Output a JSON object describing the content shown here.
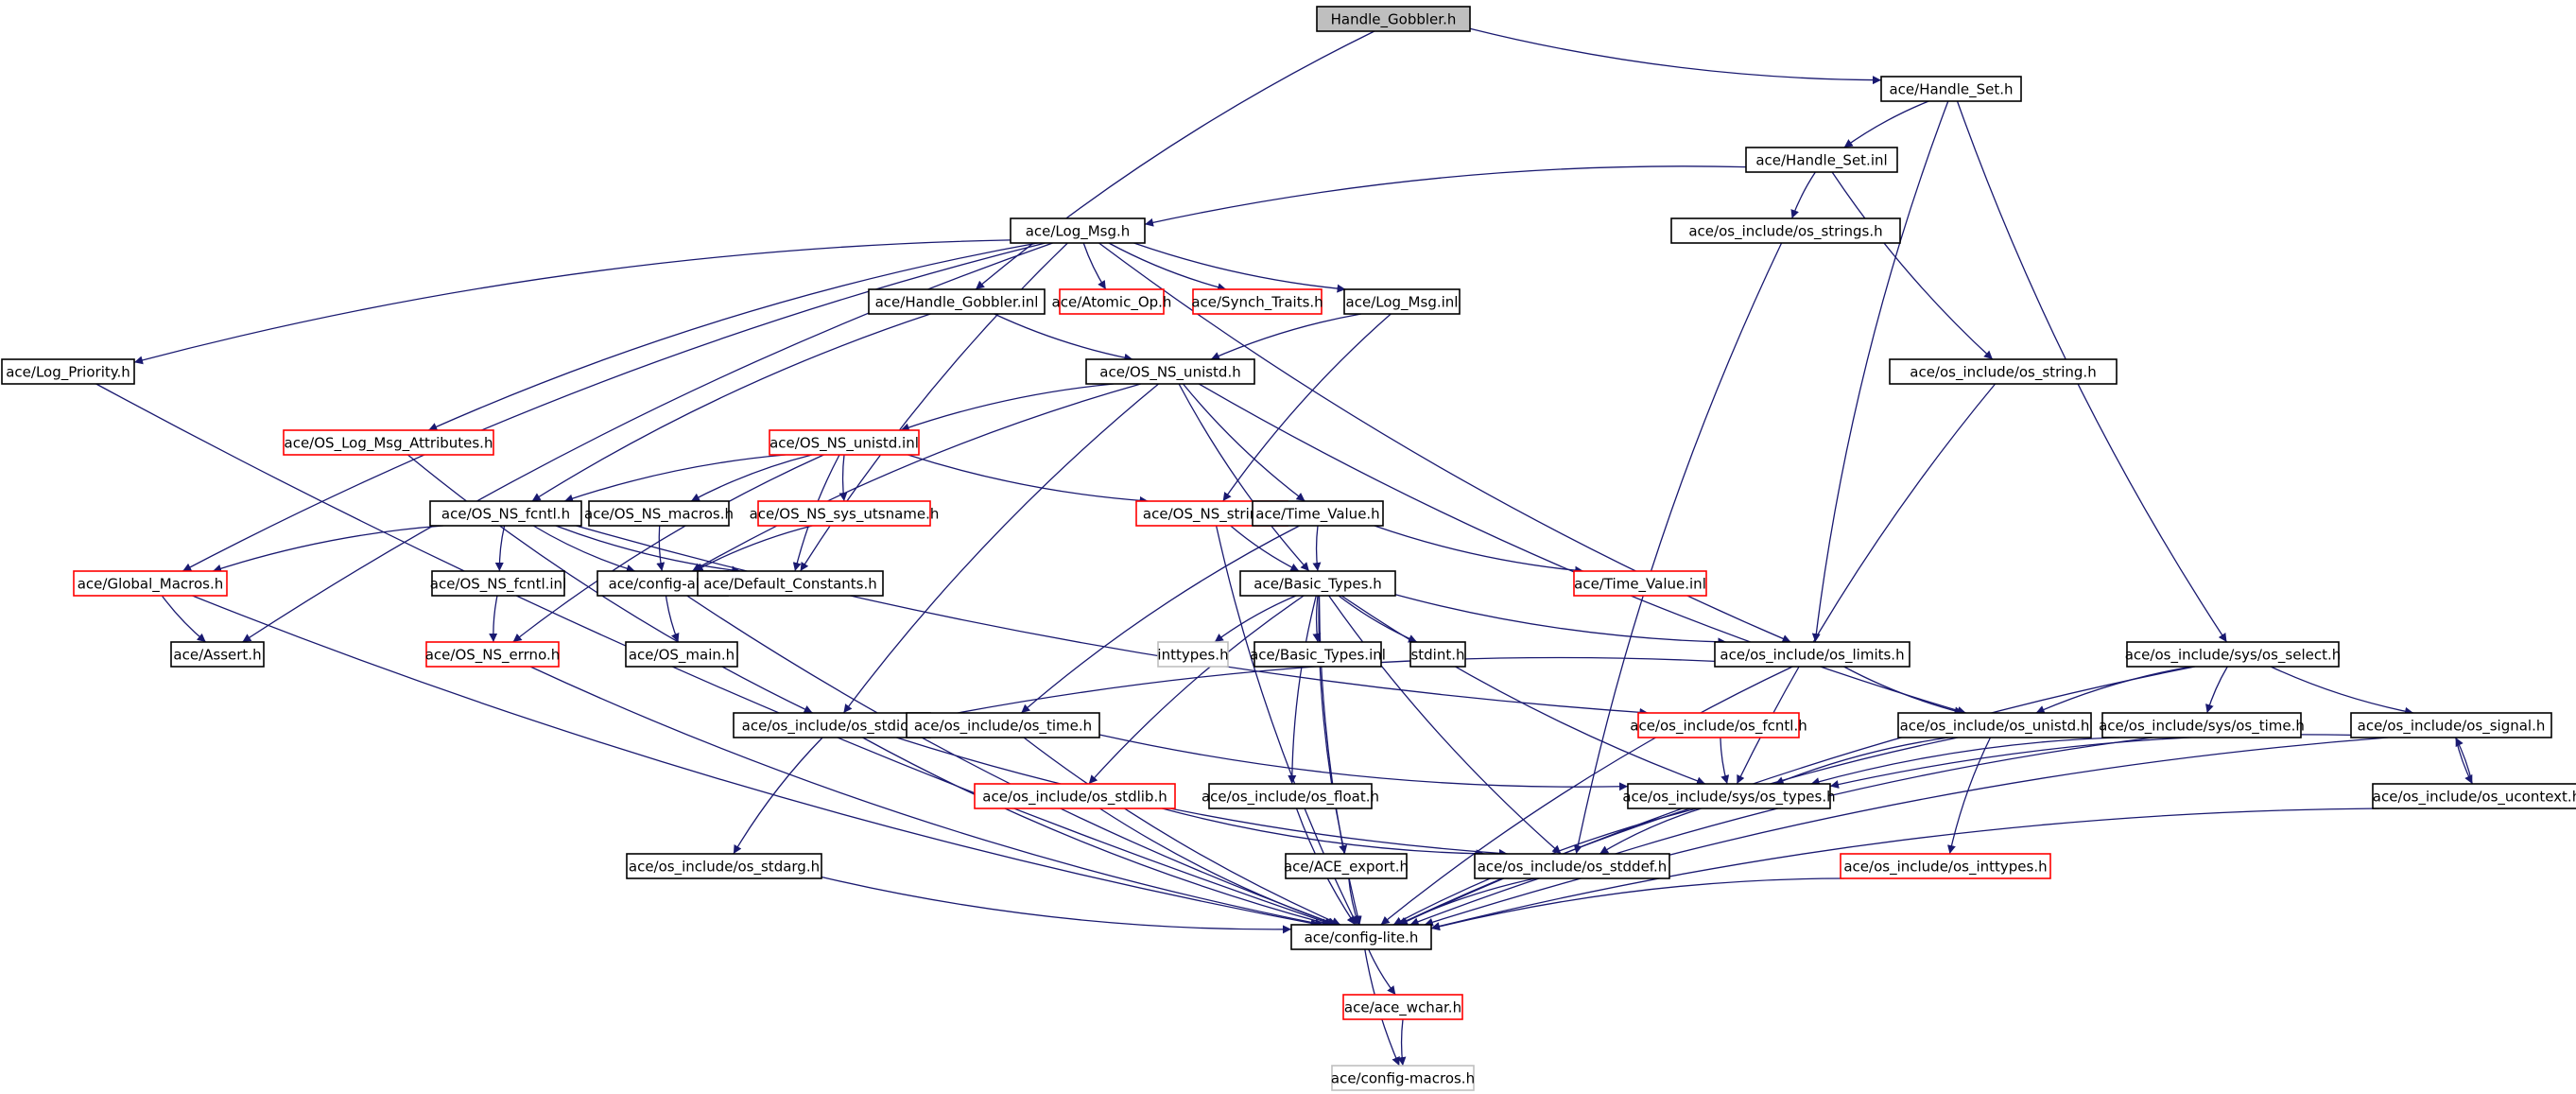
{
  "colors": {
    "edge": "#191970",
    "border_normal": "#000000",
    "border_truncated": "#ff0000",
    "border_external": "#bfbfbf",
    "fill_root": "#bfbfbf",
    "fill_normal": "#ffffff"
  },
  "nodes": [
    {
      "id": "n0",
      "label": "Handle_Gobbler.h",
      "kind": "root"
    },
    {
      "id": "n1",
      "label": "ace/Handle_Set.h",
      "kind": "normal"
    },
    {
      "id": "n2",
      "label": "ace/Handle_Set.inl",
      "kind": "normal"
    },
    {
      "id": "n3",
      "label": "ace/Log_Msg.h",
      "kind": "normal"
    },
    {
      "id": "n4",
      "label": "ace/os_include/os_strings.h",
      "kind": "normal"
    },
    {
      "id": "n5",
      "label": "ace/Handle_Gobbler.inl",
      "kind": "normal"
    },
    {
      "id": "n6",
      "label": "ace/Atomic_Op.h",
      "kind": "truncated"
    },
    {
      "id": "n7",
      "label": "ace/Synch_Traits.h",
      "kind": "truncated"
    },
    {
      "id": "n8",
      "label": "ace/Log_Msg.inl",
      "kind": "normal"
    },
    {
      "id": "n9",
      "label": "ace/Log_Priority.h",
      "kind": "normal"
    },
    {
      "id": "n10",
      "label": "ace/OS_NS_unistd.h",
      "kind": "normal"
    },
    {
      "id": "n11",
      "label": "ace/os_include/os_string.h",
      "kind": "normal"
    },
    {
      "id": "n12",
      "label": "ace/OS_Log_Msg_Attributes.h",
      "kind": "truncated"
    },
    {
      "id": "n13",
      "label": "ace/OS_NS_unistd.inl",
      "kind": "truncated"
    },
    {
      "id": "n14",
      "label": "ace/OS_NS_fcntl.h",
      "kind": "normal"
    },
    {
      "id": "n15",
      "label": "ace/OS_NS_macros.h",
      "kind": "normal"
    },
    {
      "id": "n16",
      "label": "ace/OS_NS_sys_utsname.h",
      "kind": "truncated"
    },
    {
      "id": "n17",
      "label": "ace/OS_NS_string.h",
      "kind": "truncated"
    },
    {
      "id": "n18",
      "label": "ace/Time_Value.h",
      "kind": "normal"
    },
    {
      "id": "n19",
      "label": "ace/Global_Macros.h",
      "kind": "truncated"
    },
    {
      "id": "n20",
      "label": "ace/OS_NS_fcntl.inl",
      "kind": "normal"
    },
    {
      "id": "n21",
      "label": "ace/config-all.h",
      "kind": "normal"
    },
    {
      "id": "n22",
      "label": "ace/Default_Constants.h",
      "kind": "normal"
    },
    {
      "id": "n23",
      "label": "ace/Basic_Types.h",
      "kind": "normal"
    },
    {
      "id": "n24",
      "label": "ace/Time_Value.inl",
      "kind": "truncated"
    },
    {
      "id": "n25",
      "label": "ace/Assert.h",
      "kind": "normal"
    },
    {
      "id": "n26",
      "label": "ace/OS_NS_errno.h",
      "kind": "truncated"
    },
    {
      "id": "n27",
      "label": "ace/OS_main.h",
      "kind": "normal"
    },
    {
      "id": "n28",
      "label": "inttypes.h",
      "kind": "external"
    },
    {
      "id": "n29",
      "label": "ace/Basic_Types.inl",
      "kind": "normal"
    },
    {
      "id": "n30",
      "label": "stdint.h",
      "kind": "normal"
    },
    {
      "id": "n31",
      "label": "ace/os_include/os_limits.h",
      "kind": "normal"
    },
    {
      "id": "n32",
      "label": "ace/os_include/sys/os_select.h",
      "kind": "normal"
    },
    {
      "id": "n33",
      "label": "ace/os_include/os_stdio.h",
      "kind": "normal"
    },
    {
      "id": "n34",
      "label": "ace/os_include/os_time.h",
      "kind": "normal"
    },
    {
      "id": "n35",
      "label": "ace/os_include/os_fcntl.h",
      "kind": "truncated"
    },
    {
      "id": "n36",
      "label": "ace/os_include/os_unistd.h",
      "kind": "normal"
    },
    {
      "id": "n37",
      "label": "ace/os_include/sys/os_time.h",
      "kind": "normal"
    },
    {
      "id": "n38",
      "label": "ace/os_include/os_signal.h",
      "kind": "normal"
    },
    {
      "id": "n39",
      "label": "ace/os_include/os_stdlib.h",
      "kind": "truncated"
    },
    {
      "id": "n40",
      "label": "ace/os_include/os_float.h",
      "kind": "normal"
    },
    {
      "id": "n41",
      "label": "ace/os_include/sys/os_types.h",
      "kind": "normal"
    },
    {
      "id": "n42",
      "label": "ace/os_include/os_ucontext.h",
      "kind": "normal"
    },
    {
      "id": "n43",
      "label": "ace/os_include/os_stdarg.h",
      "kind": "normal"
    },
    {
      "id": "n44",
      "label": "ace/ACE_export.h",
      "kind": "normal"
    },
    {
      "id": "n45",
      "label": "ace/os_include/os_stddef.h",
      "kind": "normal"
    },
    {
      "id": "n46",
      "label": "ace/os_include/os_inttypes.h",
      "kind": "truncated"
    },
    {
      "id": "n47",
      "label": "ace/config-lite.h",
      "kind": "normal"
    },
    {
      "id": "n48",
      "label": "ace/ace_wchar.h",
      "kind": "truncated"
    },
    {
      "id": "n49",
      "label": "ace/config-macros.h",
      "kind": "external"
    }
  ],
  "edges": [
    [
      "n0",
      "n1"
    ],
    [
      "n0",
      "n5"
    ],
    [
      "n1",
      "n2"
    ],
    [
      "n1",
      "n31"
    ],
    [
      "n1",
      "n32"
    ],
    [
      "n2",
      "n3"
    ],
    [
      "n2",
      "n4"
    ],
    [
      "n2",
      "n11"
    ],
    [
      "n3",
      "n9"
    ],
    [
      "n3",
      "n19"
    ],
    [
      "n3",
      "n25"
    ],
    [
      "n3",
      "n12"
    ],
    [
      "n3",
      "n22"
    ],
    [
      "n3",
      "n6"
    ],
    [
      "n3",
      "n7"
    ],
    [
      "n3",
      "n8"
    ],
    [
      "n3",
      "n31"
    ],
    [
      "n4",
      "n45"
    ],
    [
      "n5",
      "n14"
    ],
    [
      "n5",
      "n10"
    ],
    [
      "n8",
      "n10"
    ],
    [
      "n8",
      "n17"
    ],
    [
      "n9",
      "n47"
    ],
    [
      "n10",
      "n13"
    ],
    [
      "n10",
      "n21"
    ],
    [
      "n10",
      "n18"
    ],
    [
      "n10",
      "n23"
    ],
    [
      "n10",
      "n33"
    ],
    [
      "n10",
      "n36"
    ],
    [
      "n11",
      "n41"
    ],
    [
      "n12",
      "n33"
    ],
    [
      "n13",
      "n14"
    ],
    [
      "n13",
      "n15"
    ],
    [
      "n13",
      "n16"
    ],
    [
      "n13",
      "n17"
    ],
    [
      "n13",
      "n22"
    ],
    [
      "n13",
      "n26"
    ],
    [
      "n14",
      "n19"
    ],
    [
      "n14",
      "n20"
    ],
    [
      "n14",
      "n21"
    ],
    [
      "n14",
      "n22"
    ],
    [
      "n14",
      "n35"
    ],
    [
      "n15",
      "n21"
    ],
    [
      "n16",
      "n21"
    ],
    [
      "n17",
      "n23"
    ],
    [
      "n17",
      "n47"
    ],
    [
      "n18",
      "n23"
    ],
    [
      "n18",
      "n24"
    ],
    [
      "n18",
      "n34"
    ],
    [
      "n19",
      "n25"
    ],
    [
      "n19",
      "n47"
    ],
    [
      "n20",
      "n26"
    ],
    [
      "n21",
      "n27"
    ],
    [
      "n21",
      "n47"
    ],
    [
      "n23",
      "n28"
    ],
    [
      "n23",
      "n29"
    ],
    [
      "n23",
      "n30"
    ],
    [
      "n23",
      "n31"
    ],
    [
      "n23",
      "n39"
    ],
    [
      "n23",
      "n40"
    ],
    [
      "n23",
      "n44"
    ],
    [
      "n23",
      "n45"
    ],
    [
      "n23",
      "n41"
    ],
    [
      "n23",
      "n47"
    ],
    [
      "n26",
      "n47"
    ],
    [
      "n31",
      "n33"
    ],
    [
      "n31",
      "n36"
    ],
    [
      "n31",
      "n47"
    ],
    [
      "n32",
      "n36"
    ],
    [
      "n32",
      "n37"
    ],
    [
      "n32",
      "n38"
    ],
    [
      "n32",
      "n47"
    ],
    [
      "n33",
      "n43"
    ],
    [
      "n33",
      "n45"
    ],
    [
      "n33",
      "n47"
    ],
    [
      "n34",
      "n41"
    ],
    [
      "n34",
      "n47"
    ],
    [
      "n35",
      "n41"
    ],
    [
      "n36",
      "n41"
    ],
    [
      "n36",
      "n46"
    ],
    [
      "n36",
      "n47"
    ],
    [
      "n37",
      "n41"
    ],
    [
      "n37",
      "n47"
    ],
    [
      "n38",
      "n41"
    ],
    [
      "n38",
      "n42"
    ],
    [
      "n38",
      "n47"
    ],
    [
      "n39",
      "n45"
    ],
    [
      "n39",
      "n47"
    ],
    [
      "n40",
      "n47"
    ],
    [
      "n41",
      "n45"
    ],
    [
      "n41",
      "n47"
    ],
    [
      "n42",
      "n38"
    ],
    [
      "n42",
      "n47"
    ],
    [
      "n43",
      "n47"
    ],
    [
      "n44",
      "n47"
    ],
    [
      "n45",
      "n47"
    ],
    [
      "n46",
      "n47"
    ],
    [
      "n47",
      "n48"
    ],
    [
      "n47",
      "n49"
    ],
    [
      "n48",
      "n49"
    ]
  ]
}
